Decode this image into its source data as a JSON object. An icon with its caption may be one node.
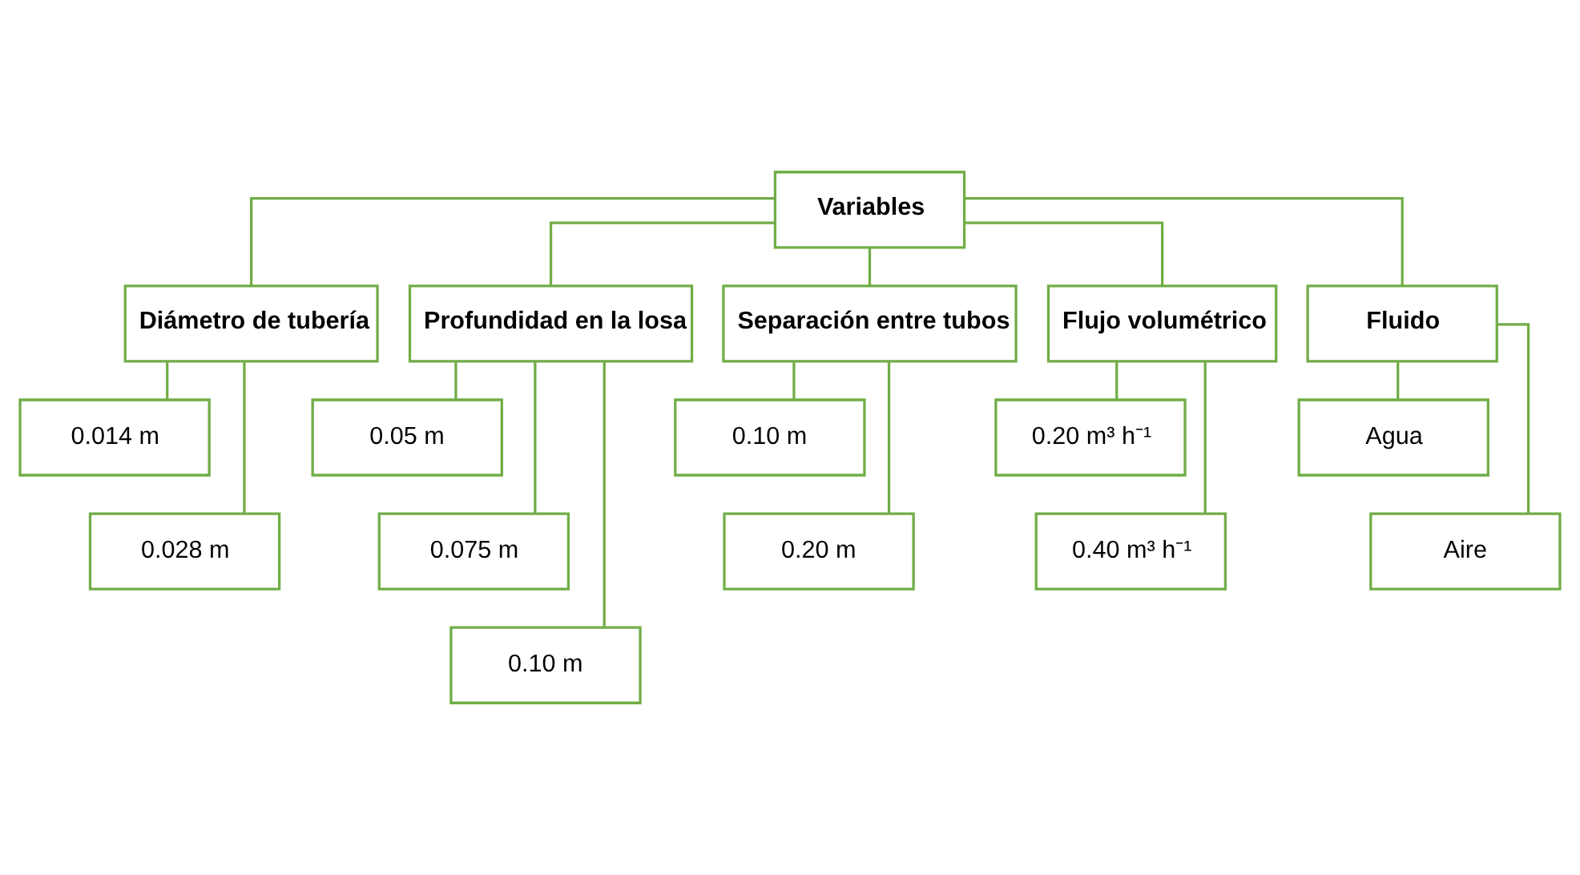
{
  "diagram": {
    "nodes": [
      {
        "text": [
          "Variables"
        ]
      },
      {
        "text": [
          "Diámetro de tubería"
        ]
      },
      {
        "text": [
          "Profundidad en la losa"
        ]
      },
      {
        "text": [
          "Separación entre tubos"
        ]
      },
      {
        "text": [
          "Flujo volumétrico"
        ]
      },
      {
        "text": [
          "Fluido"
        ]
      },
      {
        "text": [
          "0.014 m"
        ]
      },
      {
        "text": [
          "0.028 m"
        ]
      },
      {
        "text": [
          "0.05 m"
        ]
      },
      {
        "text": [
          "0.075 m"
        ]
      },
      {
        "text": [
          "0.10 m"
        ]
      },
      {
        "text": [
          "0.10 m"
        ]
      },
      {
        "text": [
          "0.20 m"
        ]
      },
      {
        "text": [
          "0.20 m³ h⁻¹"
        ]
      },
      {
        "text": [
          "0.40 m³ h⁻¹"
        ]
      },
      {
        "text": [
          "Agua"
        ]
      },
      {
        "text": [
          "Aire"
        ]
      }
    ],
    "edges": [
      {
        "from": 0,
        "to": 1,
        "arrow": "none"
      },
      {
        "from": 0,
        "to": 2,
        "arrow": "none"
      },
      {
        "from": 0,
        "to": 3,
        "arrow": "none"
      },
      {
        "from": 0,
        "to": 4,
        "arrow": "none"
      },
      {
        "from": 0,
        "to": 5,
        "arrow": "none"
      },
      {
        "from": 1,
        "to": 6,
        "arrow": "none"
      },
      {
        "from": 1,
        "to": 7,
        "arrow": "none"
      },
      {
        "from": 2,
        "to": 8,
        "arrow": "none"
      },
      {
        "from": 2,
        "to": 9,
        "arrow": "none"
      },
      {
        "from": 2,
        "to": 10,
        "arrow": "none"
      },
      {
        "from": 3,
        "to": 11,
        "arrow": "none"
      },
      {
        "from": 3,
        "to": 12,
        "arrow": "none"
      },
      {
        "from": 4,
        "to": 13,
        "arrow": "none"
      },
      {
        "from": 4,
        "to": 14,
        "arrow": "none"
      },
      {
        "from": 5,
        "to": 15,
        "arrow": "none"
      },
      {
        "from": 5,
        "to": 16,
        "arrow": "none"
      }
    ]
  }
}
